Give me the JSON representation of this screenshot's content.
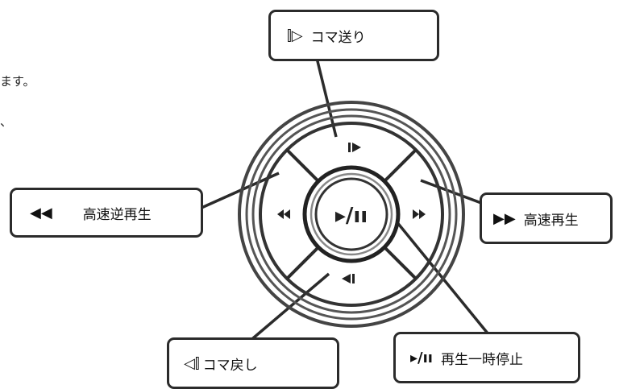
{
  "fragments": {
    "top": "ます。",
    "mid": "、"
  },
  "callouts": {
    "frame_advance": {
      "glyph": "⫿▷",
      "label": "コマ送り"
    },
    "fast_reverse": {
      "glyph": "◀◀",
      "label": "高速逆再生"
    },
    "fast_forward": {
      "glyph": "▶▶",
      "label": "高速再生"
    },
    "frame_back": {
      "glyph": "◁⫿",
      "label": "コマ戻し"
    },
    "play_pause": {
      "glyph": "▸/ıı",
      "label": "再生一時停止"
    }
  },
  "pad_glyphs": {
    "center": "▸/ıı"
  },
  "colors": {
    "line": "#2b2b2b",
    "ring": "#555555"
  }
}
